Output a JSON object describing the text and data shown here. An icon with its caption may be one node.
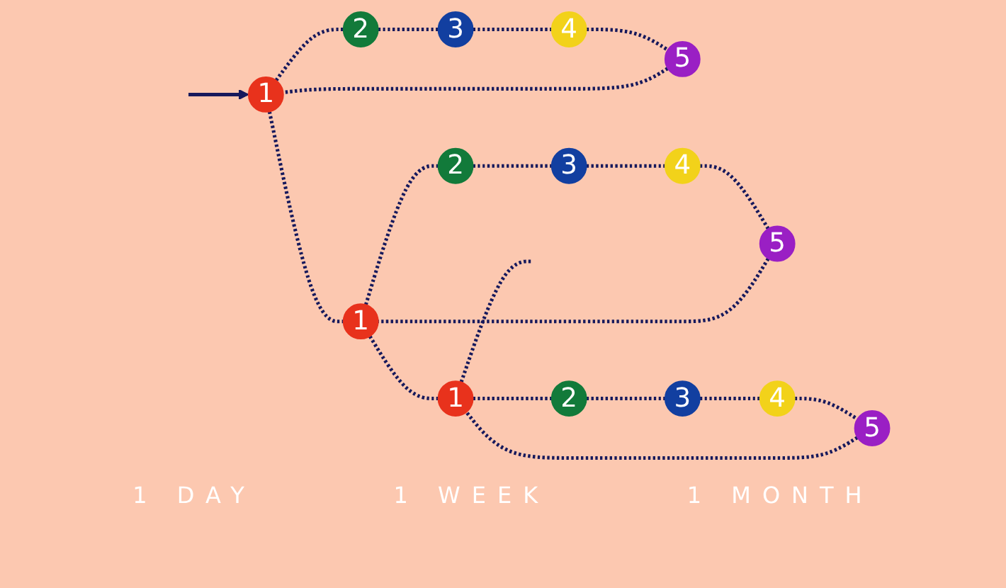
{
  "diagram": {
    "nodes": [
      {
        "text": [
          "1"
        ]
      },
      {
        "text": [
          "2"
        ]
      },
      {
        "text": [
          "3"
        ]
      },
      {
        "text": [
          "4"
        ]
      },
      {
        "text": [
          "5"
        ]
      },
      {
        "text": [
          "1"
        ]
      },
      {
        "text": [
          "2"
        ]
      },
      {
        "text": [
          "3"
        ]
      },
      {
        "text": [
          "4"
        ]
      },
      {
        "text": [
          "5"
        ]
      },
      {
        "text": [
          "1"
        ]
      },
      {
        "text": [
          "2"
        ]
      },
      {
        "text": [
          "3"
        ]
      },
      {
        "text": [
          "4"
        ]
      },
      {
        "text": [
          "5"
        ]
      }
    ],
    "edges": [
      {
        "from": null,
        "to": 0,
        "arrow": "to"
      },
      {
        "from": 0,
        "to": 1,
        "arrow": "none",
        "style": "dashed"
      },
      {
        "from": 1,
        "to": 2,
        "arrow": "none",
        "style": "dashed"
      },
      {
        "from": 2,
        "to": 3,
        "arrow": "none",
        "style": "dashed"
      },
      {
        "from": 3,
        "to": 4,
        "arrow": "none",
        "style": "dashed"
      },
      {
        "from": 4,
        "to": 0,
        "arrow": "none",
        "style": "dashed"
      },
      {
        "from": 0,
        "to": 5,
        "arrow": "none",
        "style": "dashed"
      },
      {
        "from": 5,
        "to": 6,
        "arrow": "none",
        "style": "dashed"
      },
      {
        "from": 6,
        "to": 7,
        "arrow": "none",
        "style": "dashed"
      },
      {
        "from": 7,
        "to": 8,
        "arrow": "none",
        "style": "dashed"
      },
      {
        "from": 8,
        "to": 9,
        "arrow": "none",
        "style": "dashed"
      },
      {
        "from": 9,
        "to": 5,
        "arrow": "none",
        "style": "dashed"
      },
      {
        "from": 5,
        "to": 10,
        "arrow": "none",
        "style": "dashed"
      },
      {
        "from": 10,
        "to": 11,
        "arrow": "none",
        "style": "dashed"
      },
      {
        "from": 11,
        "to": 12,
        "arrow": "none",
        "style": "dashed"
      },
      {
        "from": 12,
        "to": 13,
        "arrow": "none",
        "style": "dashed"
      },
      {
        "from": 13,
        "to": 14,
        "arrow": "none",
        "style": "dashed"
      },
      {
        "from": 14,
        "to": 10,
        "arrow": "none",
        "style": "dashed"
      },
      {
        "from": 10,
        "to": null,
        "arrow": "none",
        "style": "dashed"
      }
    ],
    "labels": [
      "1 DAY",
      "1 WEEK",
      "1 MONTH"
    ]
  }
}
